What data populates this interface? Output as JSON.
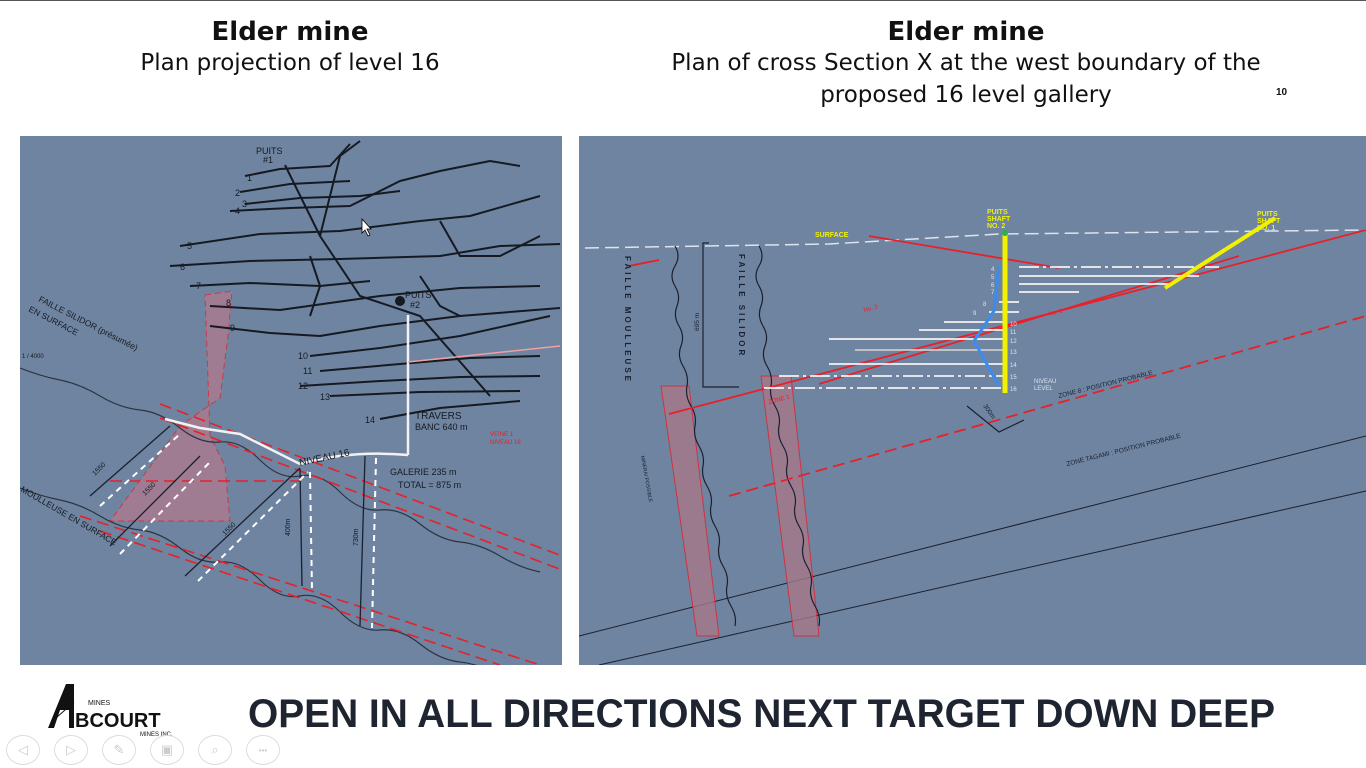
{
  "slide": {
    "page_number": "10",
    "left": {
      "title": "Elder mine",
      "subtitle": "Plan projection of level 16"
    },
    "right": {
      "title": "Elder mine",
      "subtitle_line1": "Plan of cross Section X at the west boundary of the",
      "subtitle_line2": "proposed 16 level gallery"
    },
    "slogan": "OPEN IN ALL DIRECTIONS NEXT TARGET DOWN DEEP"
  },
  "plan_map": {
    "shaft1": [
      "PUITS",
      "#1"
    ],
    "shaft2": [
      "PUITS",
      "#2"
    ],
    "levels": [
      "1",
      "2",
      "3",
      "4",
      "5",
      "6",
      "7",
      "8",
      "9",
      "10",
      "11",
      "12",
      "13",
      "14"
    ],
    "fault_silidor": "FAILLE SILIDOR (présumée)",
    "fault_silidor_2": "EN SURFACE",
    "fault_moulleuse": "MOULLEUSE EN SURFACE",
    "scale": "1 / 4000",
    "travers": "TRAVERS",
    "banc": "BANC 640 m",
    "niveau": "NIVEAU 16",
    "galerie": "GALERIE 235 m",
    "total": "TOTAL = 875 m",
    "veine": "VEINE 1",
    "veine_niveau": "NIVEAU 16",
    "dim1": "1550",
    "dim2": "1550",
    "dim3": "1550",
    "dim4": "1550",
    "dim5": "400m",
    "dim6": "730m"
  },
  "section_map": {
    "surface": "SURFACE",
    "shaft2": [
      "PUITS",
      "SHAFT",
      "NO. 2"
    ],
    "shaft1": [
      "PUITS",
      "SHAFT",
      "NO. 1"
    ],
    "fault_moulleuse": "FAILLE MOULLEUSE",
    "fault_silidor": "FAILLE SILIDOR",
    "depth": "695 m",
    "levels": [
      "4",
      "5",
      "6",
      "7",
      "8",
      "9",
      "10",
      "11",
      "12",
      "13",
      "14",
      "15",
      "16"
    ],
    "niveau": [
      "NIVEAU",
      "LEVEL"
    ],
    "zone8": "ZONE 8 : POSITION PROBABLE",
    "zone_tagami": "ZONE TAGAMI : POSITION PROBABLE",
    "no3": "No. 3",
    "no1": "No. 1",
    "zone1": "ZONE 1",
    "minerai": "MINERAI POSSIBLE",
    "width": "300m"
  },
  "logo": {
    "top": "MINES",
    "main": "BCOURT",
    "bottom": "MINES INC."
  },
  "nav": {
    "prev": "◁",
    "next": "▷",
    "pen": "✎",
    "slides": "▣",
    "zoom": "⌕",
    "more": "•••"
  },
  "colors": {
    "panel": "#6f84a0",
    "red": "#e8202a",
    "yellow": "#f2f200",
    "blue": "#3a8cf0"
  }
}
